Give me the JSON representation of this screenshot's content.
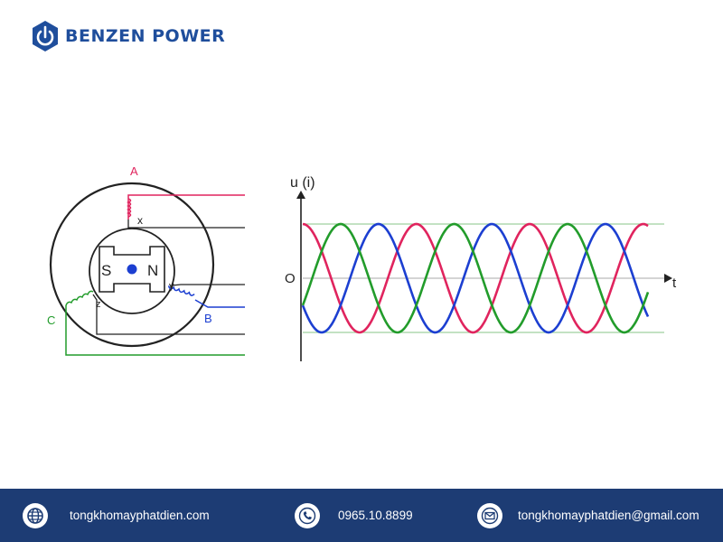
{
  "brand": {
    "name": "BENZEN POWER",
    "color": "#1f4e9c"
  },
  "diagram": {
    "phase_labels": {
      "A": "A",
      "B": "B",
      "C": "C"
    },
    "terminal_labels": {
      "x": "x",
      "y": "y",
      "z": "z"
    },
    "rotor": {
      "south": "S",
      "north": "N"
    },
    "axis": {
      "y_label": "u (i)",
      "origin": "O",
      "x_label": "t"
    },
    "colors": {
      "A": "#e0245e",
      "B": "#1c3fd1",
      "C": "#229c2b",
      "neutral": "#222222",
      "grid": "#9fd19f"
    }
  },
  "chart_data": {
    "type": "line",
    "waveform": "three-phase sinusoid",
    "phase_shift_deg": 120,
    "series": [
      {
        "name": "A",
        "color": "#e0245e",
        "phase_deg": 90
      },
      {
        "name": "B",
        "color": "#1c3fd1",
        "phase_deg": 210
      },
      {
        "name": "C",
        "color": "#229c2b",
        "phase_deg": 330
      }
    ],
    "periods_shown": 3.05,
    "amplitude": 1,
    "ylim": [
      -1,
      1
    ]
  },
  "footer": {
    "website": "tongkhomayphatdien.com",
    "phone": "0965.10.8899",
    "email": "tongkhomayphatdien@gmail.com",
    "icons": [
      "globe-icon",
      "phone-icon",
      "mail-icon"
    ],
    "background": "#1d3c74"
  }
}
